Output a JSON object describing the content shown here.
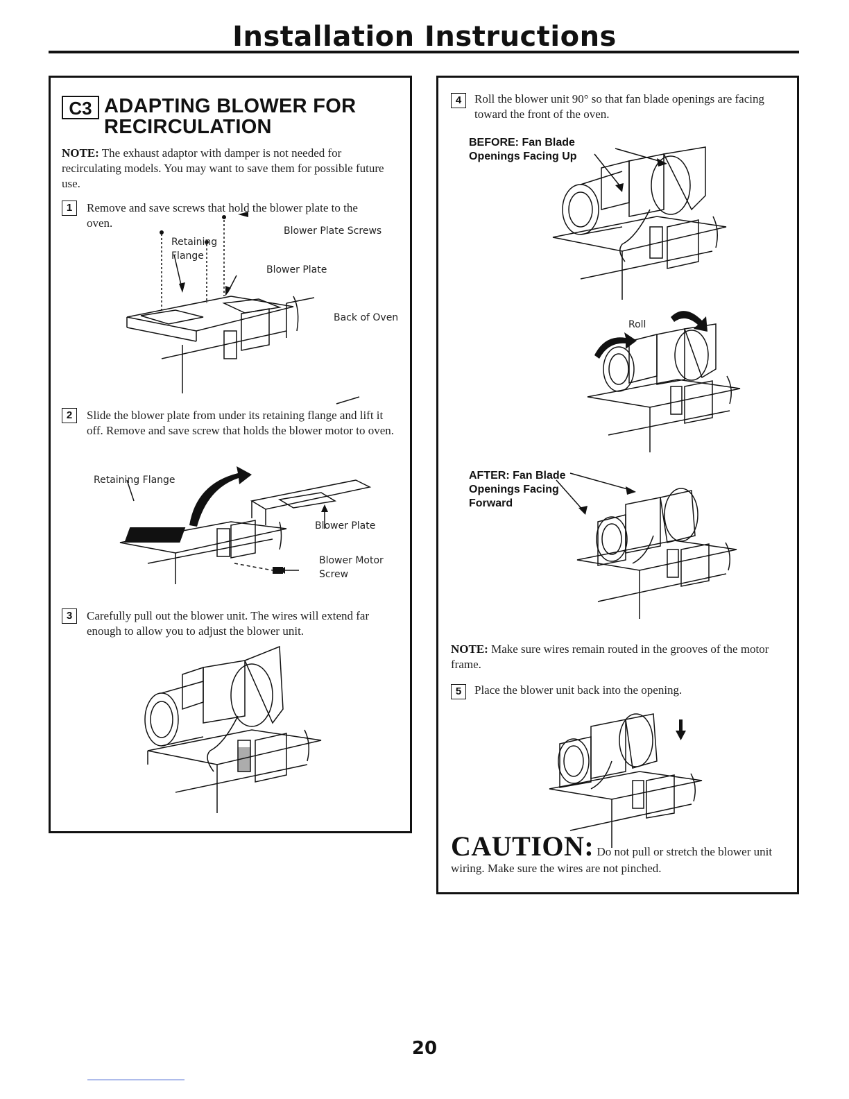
{
  "header": {
    "title": "Installation Instructions"
  },
  "left": {
    "section_code": "C3",
    "heading_line1": "ADAPTING BLOWER FOR",
    "heading_line2": "RECIRCULATION",
    "note_label": "NOTE:",
    "note_text": " The exhaust adaptor with damper is not needed for recirculating models. You may want to save them for possible future use.",
    "step1": {
      "num": "1",
      "text": "Remove and save screws that hold the blower plate to the oven."
    },
    "fig1": {
      "screws": "Blower Plate Screws",
      "retaining_1": "Retaining",
      "retaining_2": "Flange",
      "plate": "Blower Plate",
      "back": "Back of Oven"
    },
    "step2": {
      "num": "2",
      "text": "Slide the blower plate from under its retaining flange and lift it off. Remove and save screw that holds the blower motor to oven."
    },
    "fig2": {
      "flange": "Retaining Flange",
      "plate": "Blower Plate",
      "motor_1": "Blower Motor",
      "motor_2": "Screw"
    },
    "step3": {
      "num": "3",
      "text": "Carefully pull out the blower unit. The wires will extend far enough to allow you to adjust the blower unit."
    }
  },
  "right": {
    "step4": {
      "num": "4",
      "text": "Roll the blower unit 90° so that fan blade openings are facing toward the front of the oven."
    },
    "before_1": "BEFORE: Fan Blade",
    "before_2": "Openings Facing Up",
    "roll": "Roll",
    "after_1": "AFTER: Fan Blade",
    "after_2": "Openings Facing",
    "after_3": "Forward",
    "note_label": "NOTE:",
    "note_text": " Make sure wires remain routed in the grooves of the motor frame.",
    "step5": {
      "num": "5",
      "text": "Place the blower unit back into the opening."
    },
    "caution_word": "CAUTION:",
    "caution_text": " Do not pull or stretch the blower unit wiring. Make sure the wires are not pinched."
  },
  "footer": {
    "page_number": "20"
  }
}
